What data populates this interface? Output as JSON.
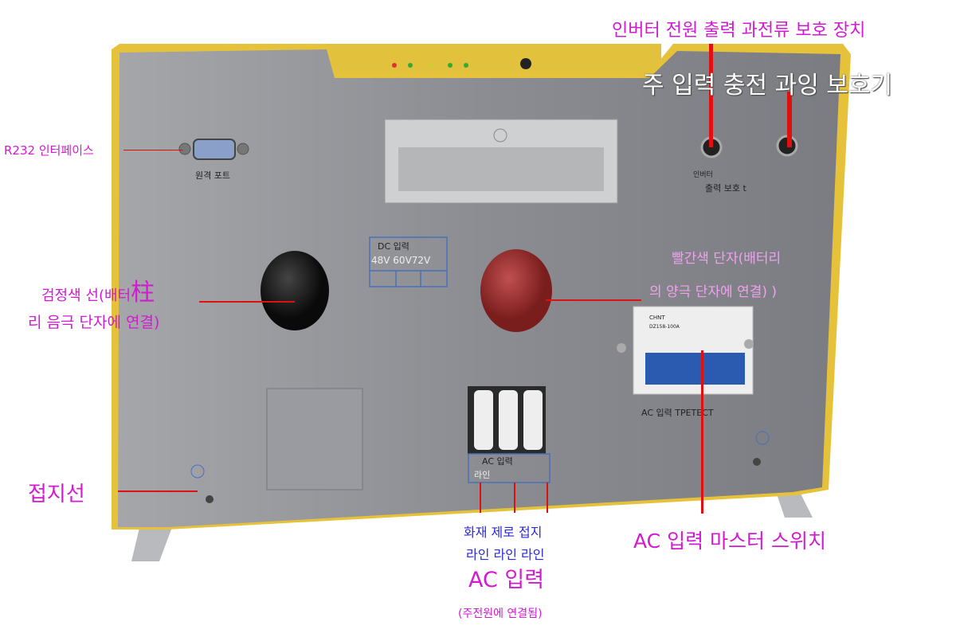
{
  "annotations": {
    "inverter_protect": "인버터 전원 출력 과전류 보호 장치",
    "main_input_protect": "주 입력 충전 과잉 보호기",
    "r232": "R232 인터페이스",
    "black_wire_line1": "검정색 선(배터",
    "black_wire_glyph": "柱",
    "black_wire_line2": "리 음극 단자에 연결)",
    "red_terminal_line1": "빨간색 단자(배터리",
    "red_terminal_line2": "의 양극 단자에 연결) )",
    "ground": "접지선",
    "line_types_row1": "화재 제로 접지",
    "line_types_row2": "라인 라인 라인",
    "ac_input": "AC 입력",
    "ac_input_note": "(주전원에 연결됨)",
    "ac_master_switch": "AC 입력 마스터 스위치"
  },
  "panel_labels": {
    "remote_port": "원격 포트",
    "inverter": "인버터",
    "output_protect": "출력 보호 t",
    "dc_input": "DC 입력",
    "dc_voltages": "48V 60V72V",
    "breaker_brand": "CHNT",
    "breaker_model": "DZ158-100A",
    "ac_input_protect": "AC 입력 TPETECT",
    "ac_box_title": "AC 입력",
    "ac_box_line": "라인"
  },
  "colors": {
    "annotation": "#d21ad2",
    "line_labels": "#2a2ad8",
    "leader": "#e01010",
    "panel": "#8e8f94",
    "frame": "#e6c23a"
  }
}
